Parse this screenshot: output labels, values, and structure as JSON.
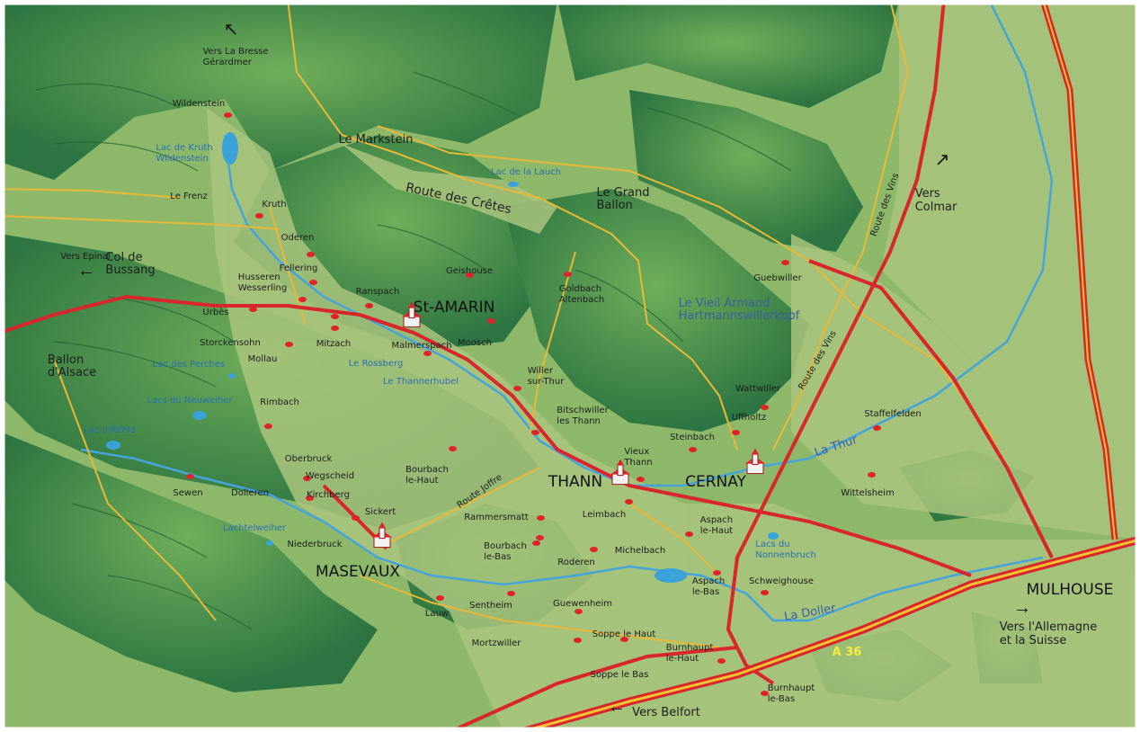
{
  "title": "",
  "colors": {
    "forest_dark": "#2f7a3f",
    "forest_mid": "#4e9a4e",
    "valley": "#a8c27a",
    "plain": "#8fb86a",
    "road_main": "#d9272b",
    "road_minor": "#e9b838",
    "river": "#4aa3d8",
    "motorway_yellow": "#f1c232"
  },
  "towns": [
    {
      "name": "St-AMARIN",
      "icon": "church-icon"
    },
    {
      "name": "THANN",
      "icon": "church-icon"
    },
    {
      "name": "CERNAY",
      "icon": "church-icon"
    },
    {
      "name": "MASEVAUX",
      "icon": "church-icon"
    },
    {
      "name": "MULHOUSE",
      "icon": ""
    }
  ],
  "villages": [
    "Wildenstein",
    "Kruth",
    "Le Frenz",
    "Oderen",
    "Fellering",
    "Husseren\nWesserling",
    "Urbès",
    "Storckensohn",
    "Mollau",
    "Mitzach",
    "Ranspach",
    "Malmerspach",
    "Moosch",
    "Geishouse",
    "Goldbach\nAltenbach",
    "Willer\nsur-Thur",
    "Bitschwiller\nles Thann",
    "Vieux\nThann",
    "Steinbach",
    "Uffholtz",
    "Wattwiller",
    "Guebwiller",
    "Staffelfelden",
    "Wittelsheim",
    "Rimbach",
    "Oberbruck",
    "Wegscheid",
    "Kirchberg",
    "Dolleren",
    "Sewen",
    "Sickert",
    "Niederbruck",
    "Bourbach\nle-Haut",
    "Rammersmatt",
    "Bourbach\nle-Bas",
    "Leimbach",
    "Roderen",
    "Michelbach",
    "Aspach\nle-Haut",
    "Aspach\nle-Bas",
    "Schweighouse",
    "Guewenheim",
    "Sentheim",
    "Lauw",
    "Mortzwiller",
    "Soppe le Haut",
    "Soppe le Bas",
    "Burnhaupt\nle-Haut",
    "Burnhaupt\nle-Bas",
    "Le Markstein"
  ],
  "places": [
    "Le Grand\nBallon",
    "Col de\nBussang",
    "Ballon\nd'Alsace",
    "Le Rossberg",
    "Le Thannerhubel"
  ],
  "lakes": [
    "Lac de Kruth\nWildenstein",
    "Lac de la Lauch",
    "Lac des Perches",
    "Lacs du Neuweiher",
    "Lac d'Alfeld",
    "Lachtelweiher",
    "Lacs du\nNonnenbruch"
  ],
  "rivers": [
    "La Thur",
    "La Doller"
  ],
  "regions": [
    "Le Vieil Armand\nHartmannswillerkopf"
  ],
  "routes": [
    "Route des Crêtes",
    "Route des Vins",
    "Route des Vins",
    "Route Joffre"
  ],
  "directions": [
    "Vers La Bresse\nGérardmer",
    "Vers Epinal",
    "Vers\nColmar",
    "Vers l'Allemagne\net la Suisse",
    "Vers Belfort"
  ],
  "highway": "A 36"
}
